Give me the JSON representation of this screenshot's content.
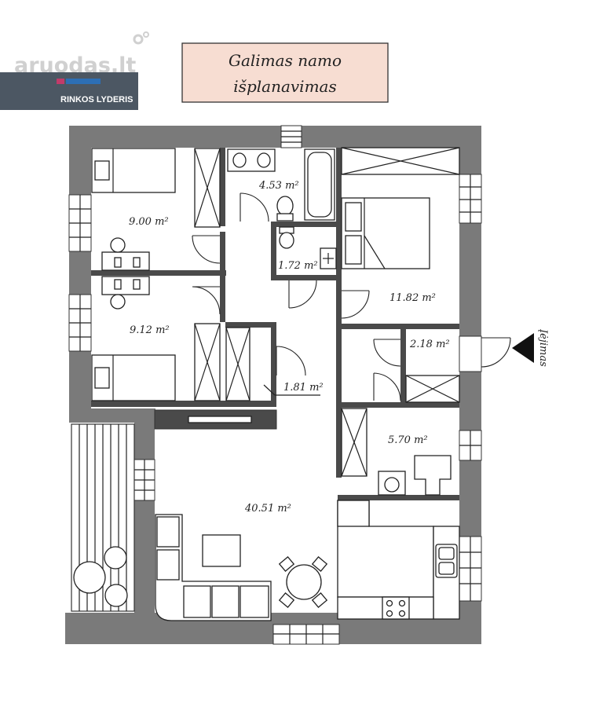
{
  "watermark": {
    "site": "aruodas.lt",
    "badge_label": "RINKOS LYDERIS"
  },
  "title": {
    "line1": "Galimas namo",
    "line2": "išplanavimas"
  },
  "entrance_label": "Įėjimas",
  "rooms": {
    "bedroom_top_left": "9.00 m²",
    "bathroom": "4.53 m²",
    "wc": "1.72 m²",
    "bedroom_right": "11.82 m²",
    "bedroom_bottom_left": "9.12 m²",
    "storage": "2.18 m²",
    "hall": "1.81 m²",
    "utility": "5.70 m²",
    "living": "40.51 m²"
  },
  "colors": {
    "wall": "#7a7a7a",
    "title_box_bg": "#f7ddd2",
    "title_box_border": "#333333",
    "badge_bg": "#4c5763",
    "watermark": "#d0d0d0"
  }
}
